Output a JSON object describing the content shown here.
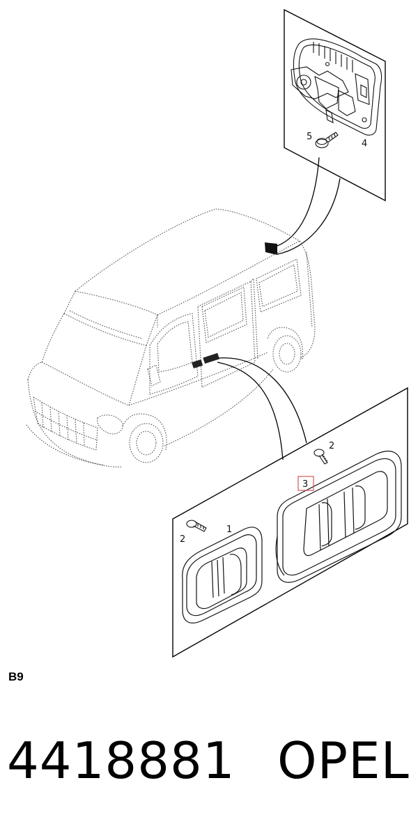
{
  "diagram": {
    "callouts": {
      "c1": "1",
      "c2a": "2",
      "c2b": "2",
      "c3": "3",
      "c4": "4",
      "c5": "5"
    },
    "highlight_color": "#d9535b"
  },
  "footer": {
    "section_code": "B9",
    "part_number": "4418881",
    "brand": "OPEL"
  }
}
